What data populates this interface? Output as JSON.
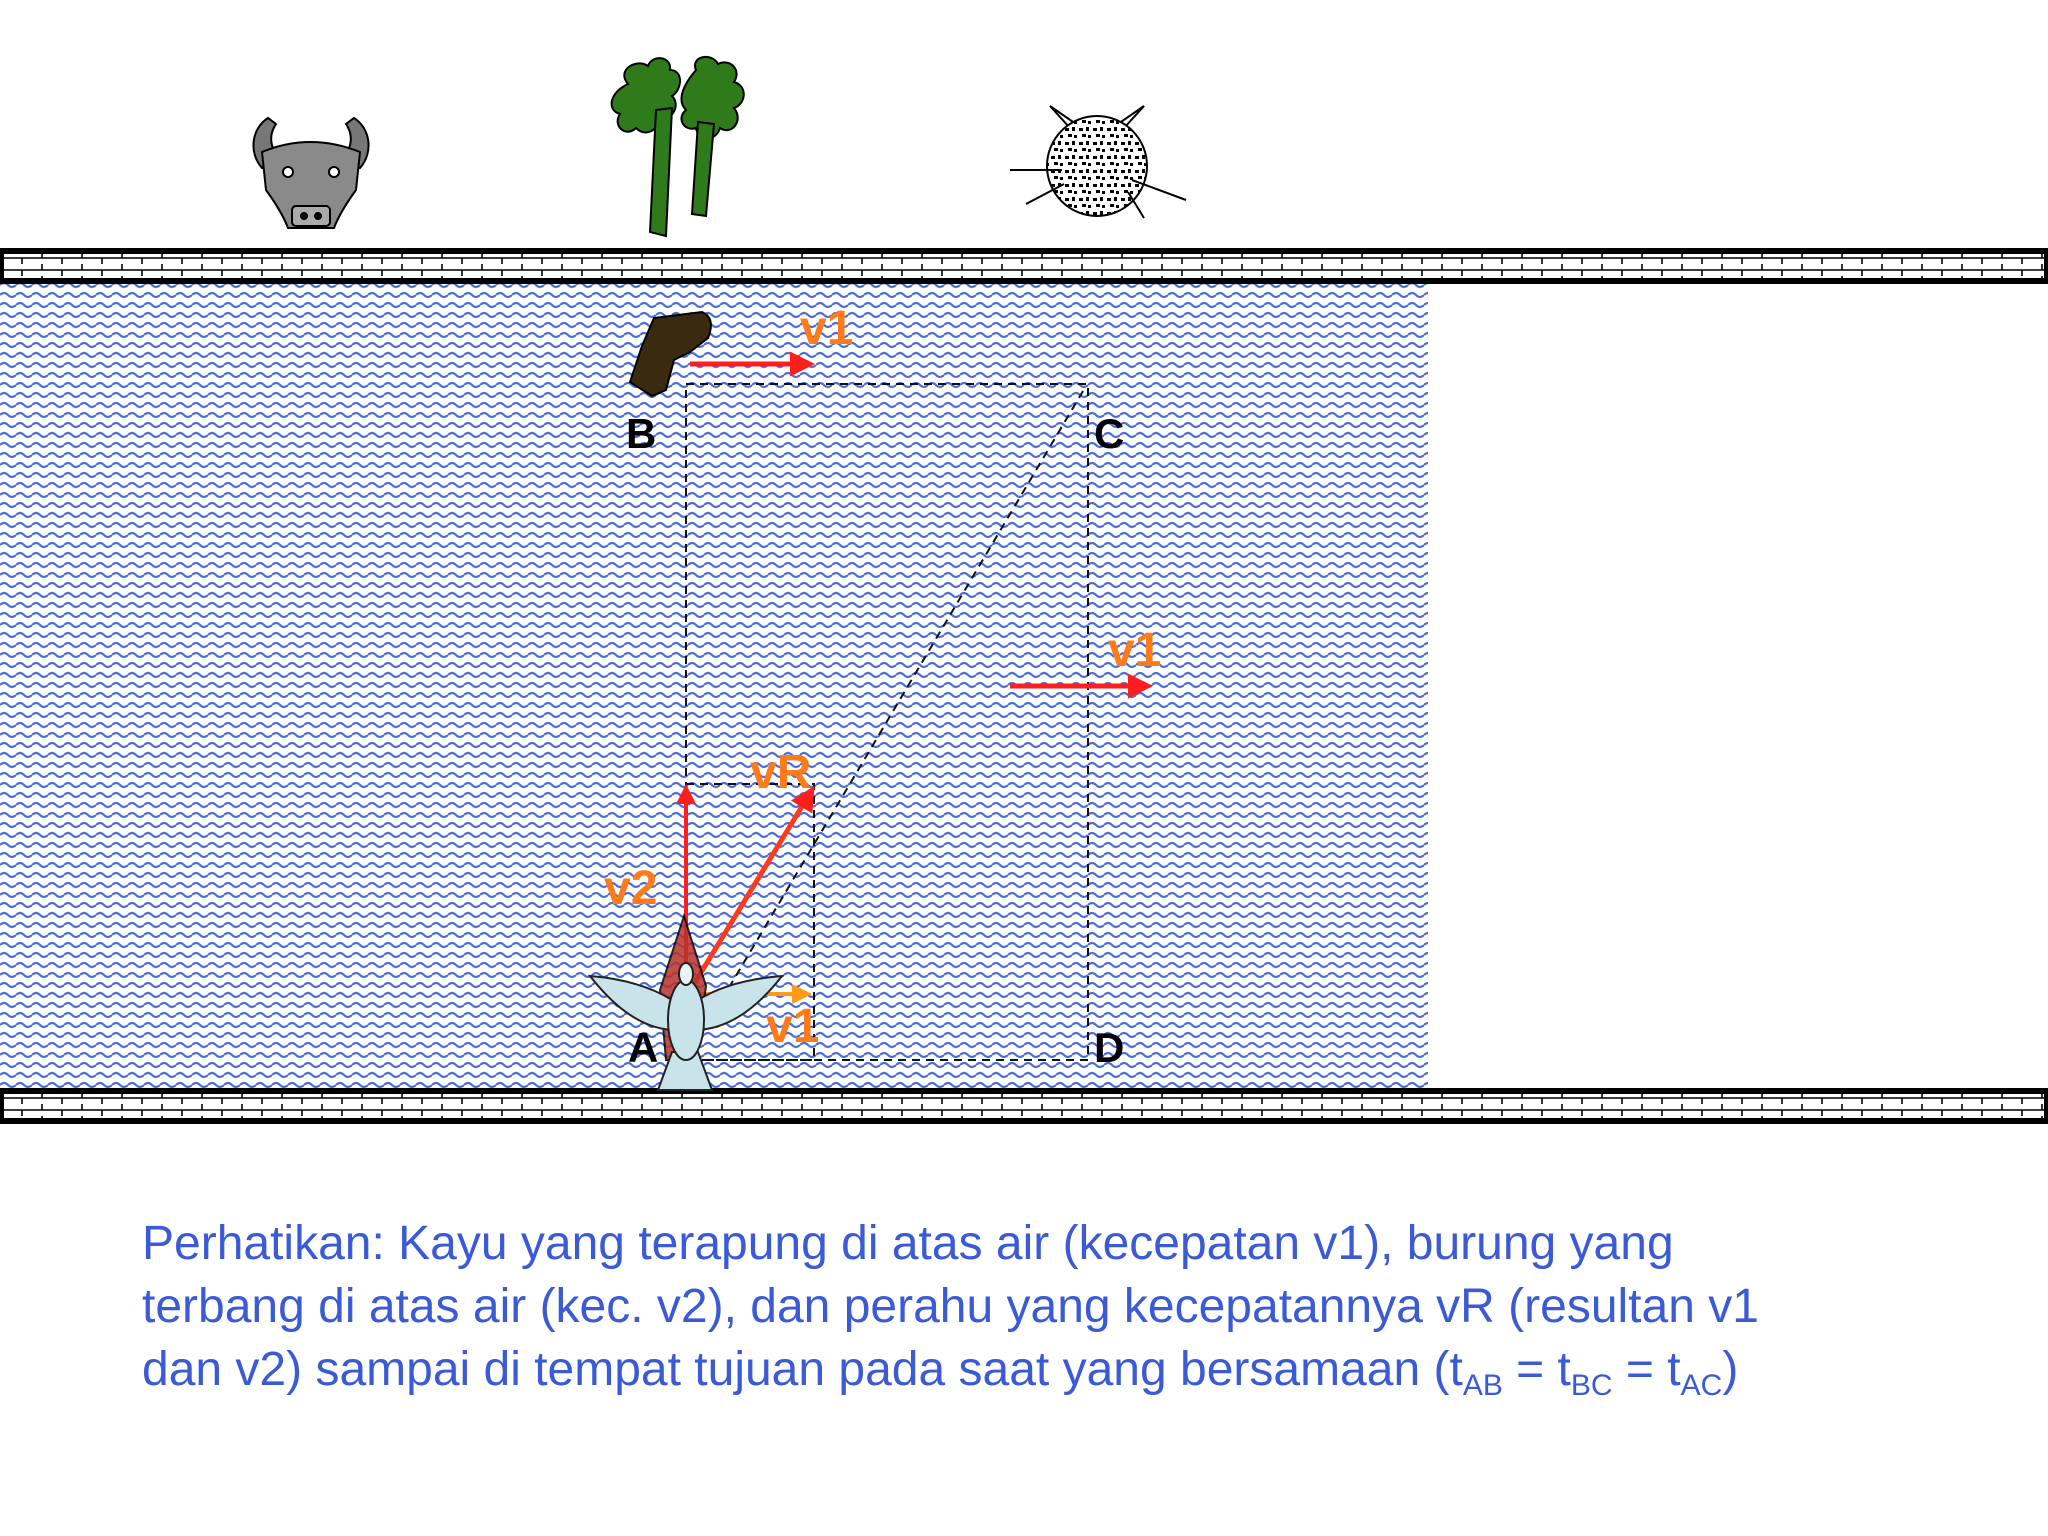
{
  "colors": {
    "water": "#4a6fd8",
    "velocity_arrow": "#ff1e1e",
    "label_orange": "#ff7a18",
    "resultant_arrow": "#ff3a1a",
    "caption_text": "#3a5ad6",
    "tree_green": "#2f7a1a",
    "log_brown": "#3a2a10",
    "bird_body": "#c8e4ea"
  },
  "icons": [
    "buffalo-icon",
    "tree-icon",
    "cat-icon",
    "log-icon",
    "bird-icon",
    "boat-icon"
  ],
  "points": {
    "A": "A",
    "B": "B",
    "C": "C",
    "D": "D"
  },
  "labels": {
    "log_velocity": "v1",
    "river_velocity": "v1",
    "boat_velocity": "v1",
    "bird_velocity": "v2",
    "resultant": "vR"
  },
  "caption": {
    "lines": [
      "Perhatikan: Kayu yang terapung di atas air (kecepatan v1), burung yang",
      "terbang di atas air (kec. v2), dan perahu yang kecepatannya vR (resultan v1",
      "dan v2) sampai di tempat tujuan pada saat yang bersamaan ("
    ],
    "formula": {
      "t1": "t",
      "s1": "AB",
      "eq1": " = ",
      "t2": "t",
      "s2": "BC",
      "eq2": " = ",
      "t3": "t",
      "s3": "AC",
      "close": ")"
    }
  }
}
